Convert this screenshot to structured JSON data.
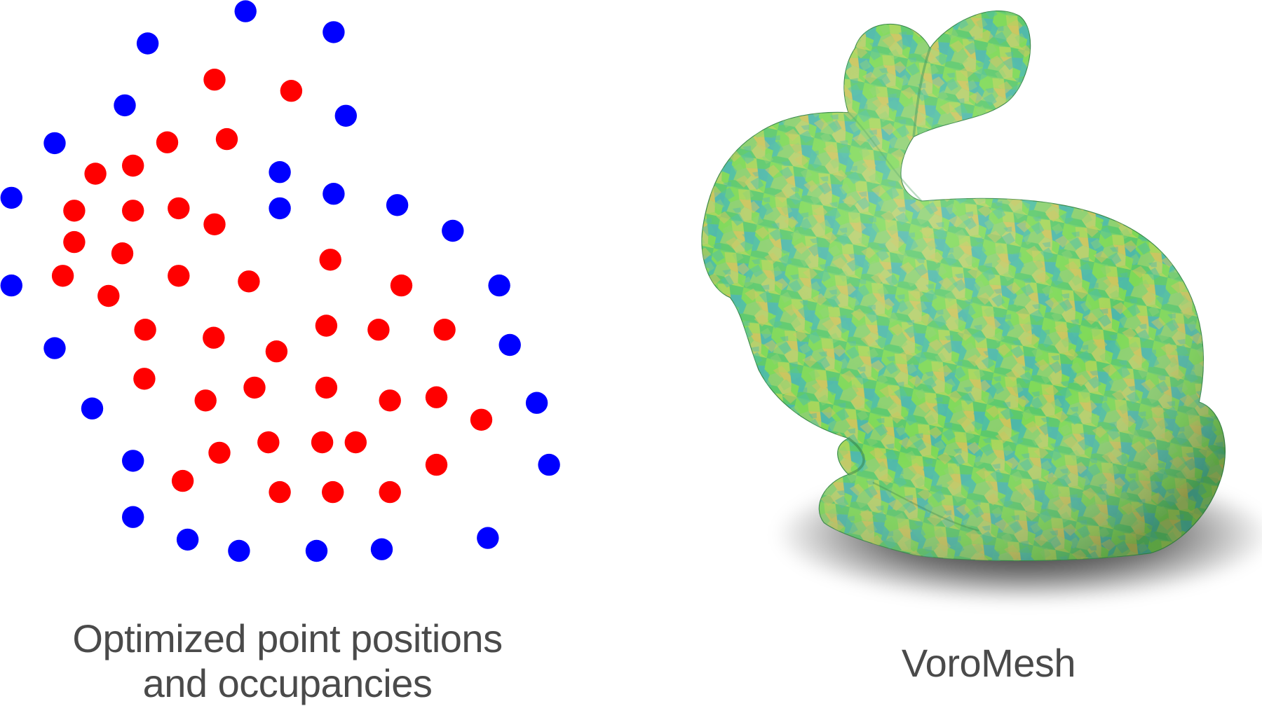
{
  "panels": {
    "left": {
      "caption_line1": "Optimized point positions",
      "caption_line2": "and occupancies"
    },
    "right": {
      "caption": "VoroMesh"
    }
  },
  "colors": {
    "inside_point": "#ff0000",
    "outside_point": "#0000ff",
    "caption_text": "#4a4a4a",
    "mesh_cells": [
      "#7ed957",
      "#5cc96b",
      "#a6d65a",
      "#c9c55c",
      "#4fbfa0",
      "#6fcf8c",
      "#b5cf6a",
      "#4db8a8",
      "#8bd06e"
    ]
  },
  "icons": {
    "mesh": "voronoi-bunny-mesh"
  }
}
